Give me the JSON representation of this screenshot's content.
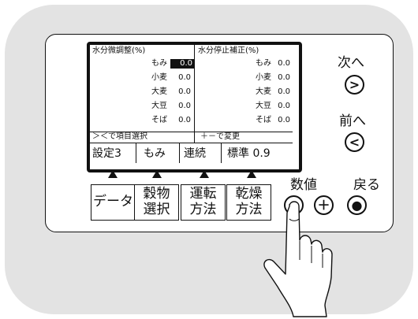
{
  "lcd": {
    "left_title": "水分微調整(%)",
    "right_title": "水分停止補正(%)",
    "left_rows": [
      {
        "label": "もみ",
        "value": "0.0"
      },
      {
        "label": "小麦",
        "value": "0.0"
      },
      {
        "label": "大麦",
        "value": "0.0"
      },
      {
        "label": "大豆",
        "value": "0.0"
      },
      {
        "label": "そば",
        "value": "0.0"
      }
    ],
    "right_rows": [
      {
        "label": "もみ",
        "value": "0.0"
      },
      {
        "label": "小麦",
        "value": "0.0"
      },
      {
        "label": "大麦",
        "value": "0.0"
      },
      {
        "label": "大豆",
        "value": "0.0"
      },
      {
        "label": "そば",
        "value": "0.0"
      }
    ],
    "hint_left": "＞＜で項目選択",
    "hint_right": "＋－で変更",
    "status": [
      "設定3",
      "もみ",
      "連続",
      "標準 0.9"
    ]
  },
  "buttons": {
    "data": "データ",
    "grain": [
      "穀物",
      "選択"
    ],
    "run": [
      "運転",
      "方法"
    ],
    "dry": [
      "乾燥",
      "方法"
    ]
  },
  "nav": {
    "next_label": "次へ",
    "next_symbol": ">",
    "prev_label": "前へ",
    "prev_symbol": "<",
    "value_label": "数値",
    "back_label": "戻る",
    "minus_symbol": "－",
    "plus_symbol": "＋",
    "back_symbol": "●"
  }
}
